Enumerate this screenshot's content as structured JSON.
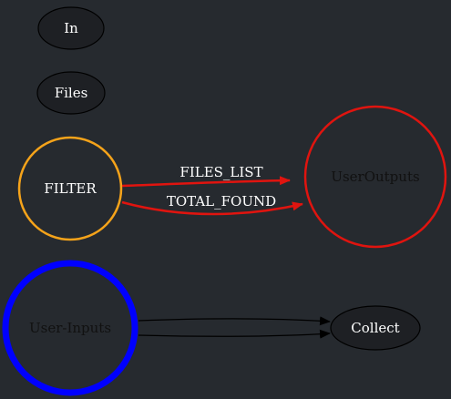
{
  "diagram": {
    "background": "#262a2f",
    "nodes": {
      "in": {
        "label": "In",
        "fill": "#1e2024",
        "stroke": "#000000"
      },
      "files": {
        "label": "Files",
        "fill": "#1e2024",
        "stroke": "#000000"
      },
      "filter": {
        "label": "FILTER",
        "fill": "#262a2f",
        "stroke": "#f5a31a"
      },
      "user_outputs": {
        "label": "UserOutputs",
        "fill": "#262a2f",
        "stroke": "#e0140f"
      },
      "user_inputs": {
        "label": "User-Inputs",
        "fill": "#262a2f",
        "stroke": "#0000ff"
      },
      "collect": {
        "label": "Collect",
        "fill": "#1e2024",
        "stroke": "#000000"
      }
    },
    "edges": [
      {
        "from": "FILTER",
        "to": "UserOutputs",
        "label": "FILES_LIST",
        "color": "#e0140f"
      },
      {
        "from": "FILTER",
        "to": "UserOutputs",
        "label": "TOTAL_FOUND",
        "color": "#e0140f"
      },
      {
        "from": "User-Inputs",
        "to": "Collect",
        "label": "",
        "color": "#000000"
      },
      {
        "from": "User-Inputs",
        "to": "Collect",
        "label": "",
        "color": "#000000"
      }
    ]
  }
}
